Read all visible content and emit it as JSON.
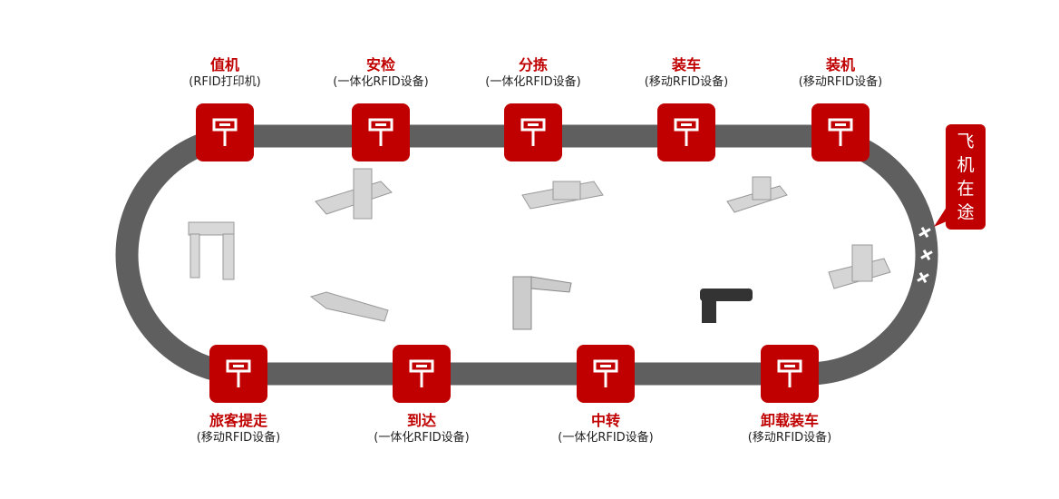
{
  "top_stages": [
    {
      "title": "值机",
      "sub": "(RFID打印机)"
    },
    {
      "title": "安检",
      "sub": "(一体化RFID设备)"
    },
    {
      "title": "分拣",
      "sub": "(一体化RFID设备)"
    },
    {
      "title": "装车",
      "sub": "(移动RFID设备)"
    },
    {
      "title": "装机",
      "sub": "(移动RFID设备)"
    }
  ],
  "bottom_stages": [
    {
      "title": "旅客提走",
      "sub": "(移动RFID设备)"
    },
    {
      "title": "到达",
      "sub": "(一体化RFID设备)"
    },
    {
      "title": "中转",
      "sub": "(一体化RFID设备)"
    },
    {
      "title": "卸载装车",
      "sub": "(移动RFID设备)"
    }
  ],
  "callout": "飞机在途",
  "colors": {
    "accent": "#c00000",
    "track": "#5f5f5f"
  }
}
